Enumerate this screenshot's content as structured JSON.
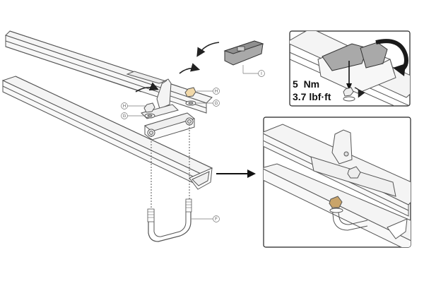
{
  "callouts": {
    "I": "I",
    "H_left": "H",
    "G_left": "G",
    "H_right": "H",
    "G_right": "G",
    "F": "F"
  },
  "torque": {
    "metric": "5  Nm",
    "imperial": "3.7 lbf·ft"
  },
  "colors": {
    "line": "#555555",
    "rail_fill": "#f4f4f4",
    "panel_border": "#222222",
    "dark_arrow": "#1a1a1a",
    "highlight_part": "#a9a9a9"
  }
}
